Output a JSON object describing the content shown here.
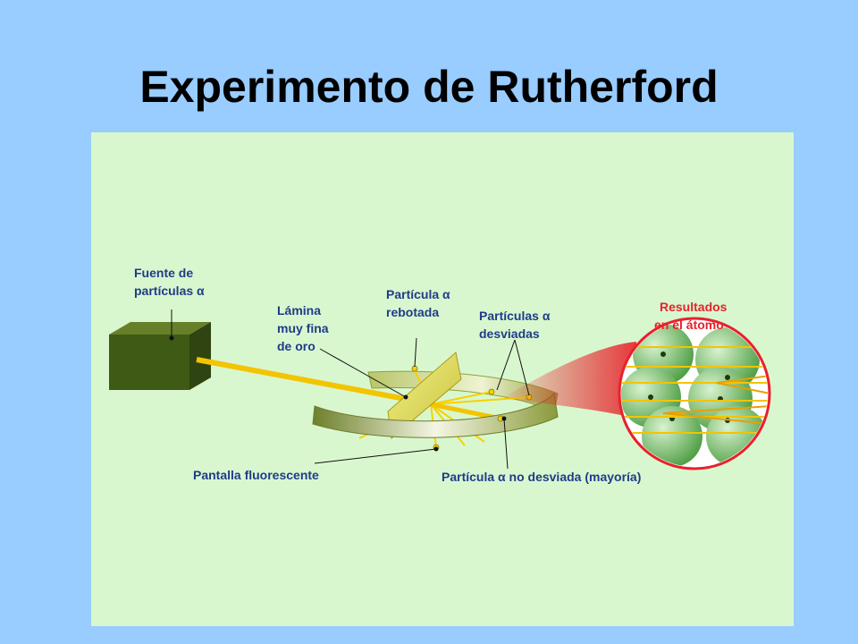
{
  "slide": {
    "title": "Experimento de Rutherford"
  },
  "diagram": {
    "labels": {
      "source_line1": "Fuente de",
      "source_line2": "partículas α",
      "foil_line1": "Lámina",
      "foil_line2": "muy fina",
      "foil_line3": "de oro",
      "bounced_line1": "Partícula α",
      "bounced_line2": "rebotada",
      "deflected_line1": "Partículas α",
      "deflected_line2": "desviadas",
      "results_line1": "Resultados",
      "results_line2": "en el átomo",
      "screen": "Pantalla fluorescente",
      "undeflected": "Partícula α no desviada (mayoría)"
    },
    "colors": {
      "panel_background": "#d9f7cf",
      "slide_background": "#99ccff",
      "label_color": "#1f3c88",
      "results_color": "#e8212b",
      "beam_color": "#f3c400",
      "source_box": "#3f5a14",
      "screen_ring": "#9aa84a",
      "atom_sphere": "#5aa84f"
    }
  }
}
